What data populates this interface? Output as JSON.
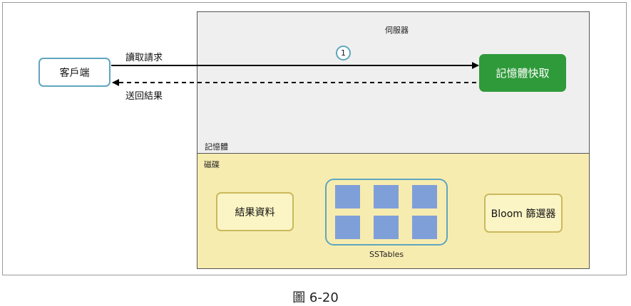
{
  "server": {
    "label": "伺服器"
  },
  "memory": {
    "label": "記憶體"
  },
  "disk": {
    "label": "磁碟"
  },
  "client": {
    "label": "客戶端"
  },
  "memcache": {
    "label": "記憶體快取"
  },
  "read_request": {
    "label": "讀取請求"
  },
  "return_result": {
    "label": "送回結果"
  },
  "step_badge": {
    "number": "1"
  },
  "result_data": {
    "label": "結果資料"
  },
  "sstables": {
    "label": "SSTables"
  },
  "bloom_filter": {
    "label": "Bloom 篩選器"
  },
  "caption": "圖 6-20",
  "colors": {
    "memcache_fill": "#2f9a3a",
    "disk_fill": "#f7ecaf",
    "server_fill": "#efefef",
    "sstable_block": "#7f9fd9",
    "client_border": "#5ea6bf"
  }
}
